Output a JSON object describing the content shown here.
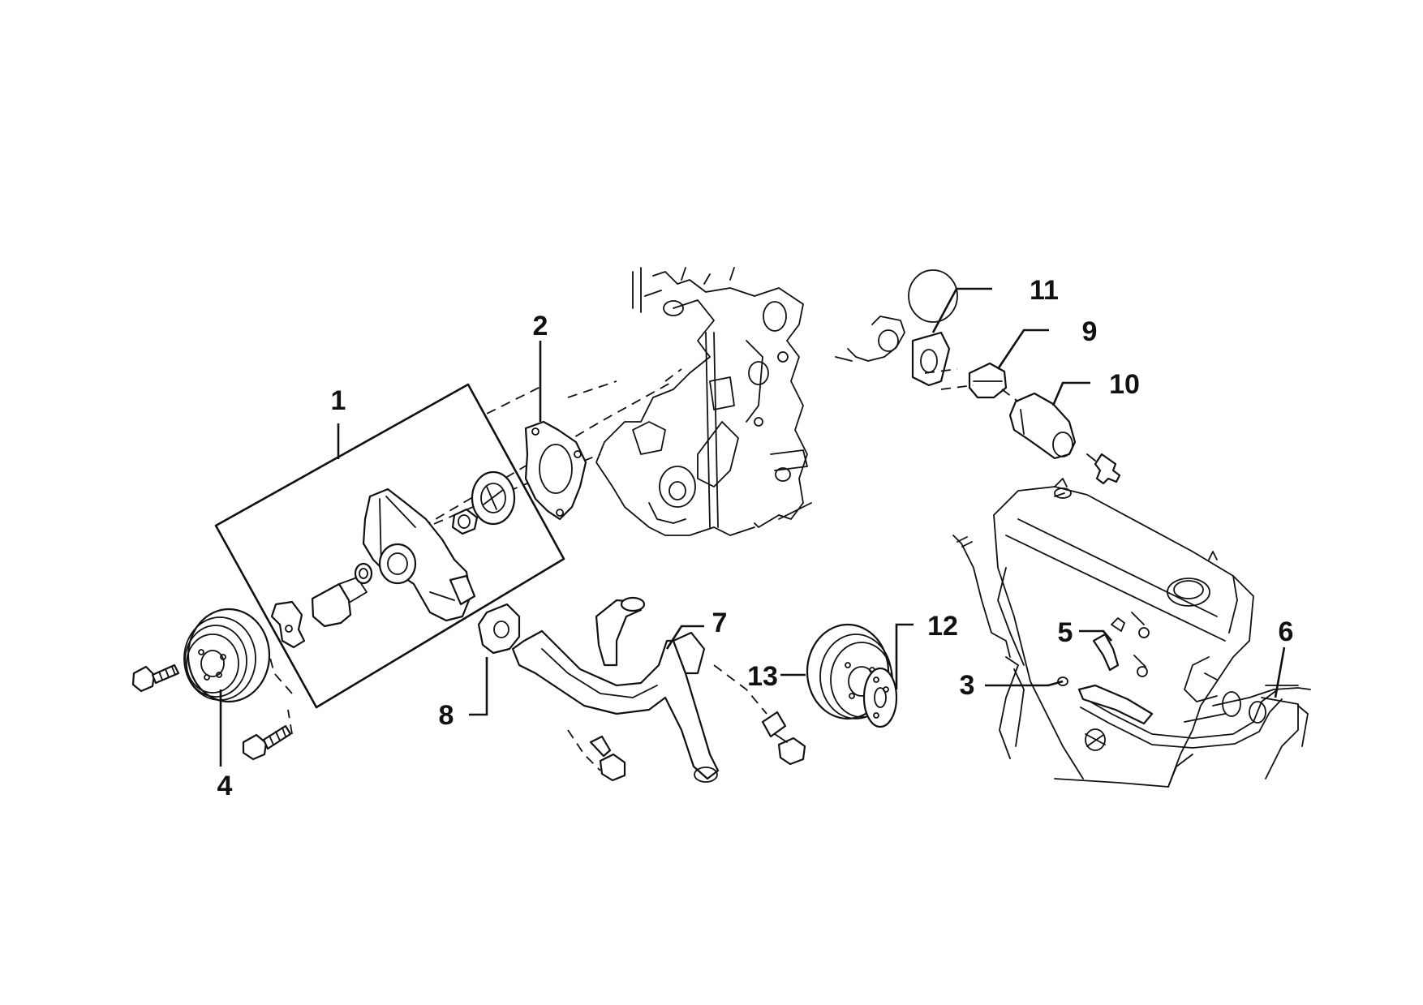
{
  "labels": {
    "l1": "1",
    "l2": "2",
    "l3": "3",
    "l4": "4",
    "l5": "5",
    "l6": "6",
    "l7": "7",
    "l8": "8",
    "l9": "9",
    "l10": "10",
    "l11": "11",
    "l12": "12",
    "l13": "13"
  },
  "colors": {
    "ink": "#111111",
    "paper": "#ffffff"
  }
}
